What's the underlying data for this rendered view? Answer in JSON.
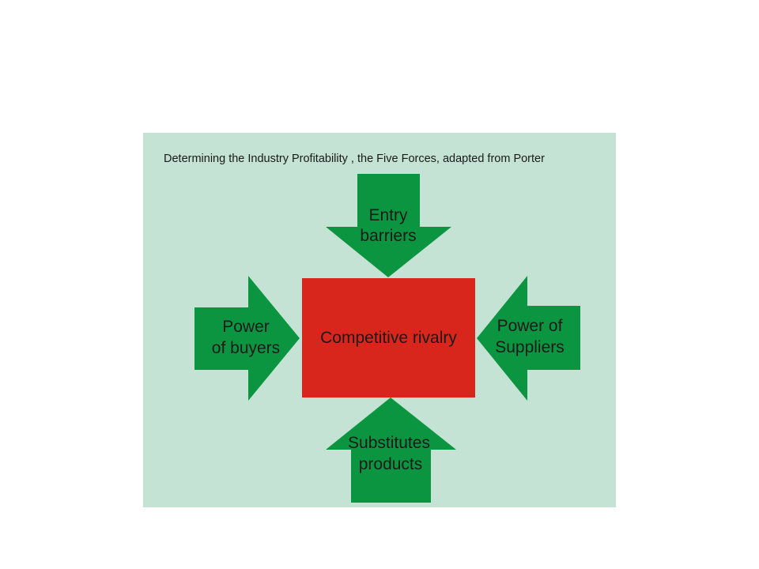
{
  "title": "Determining the Industry Profitability , the Five Forces, adapted from Porter",
  "center": {
    "label": "Competitive rivalry"
  },
  "forces": {
    "top": {
      "line1": "Entry",
      "line2": "barriers"
    },
    "left": {
      "line1": "Power",
      "line2": "of buyers"
    },
    "right": {
      "line1": "Power of",
      "line2": "Suppliers"
    },
    "bottom": {
      "line1": "Substitutes",
      "line2": "products"
    }
  },
  "colors": {
    "panel": "#c4e3d4",
    "arrow": "#0c9540",
    "center_box": "#d9261c",
    "text": "#1a1a1a"
  }
}
